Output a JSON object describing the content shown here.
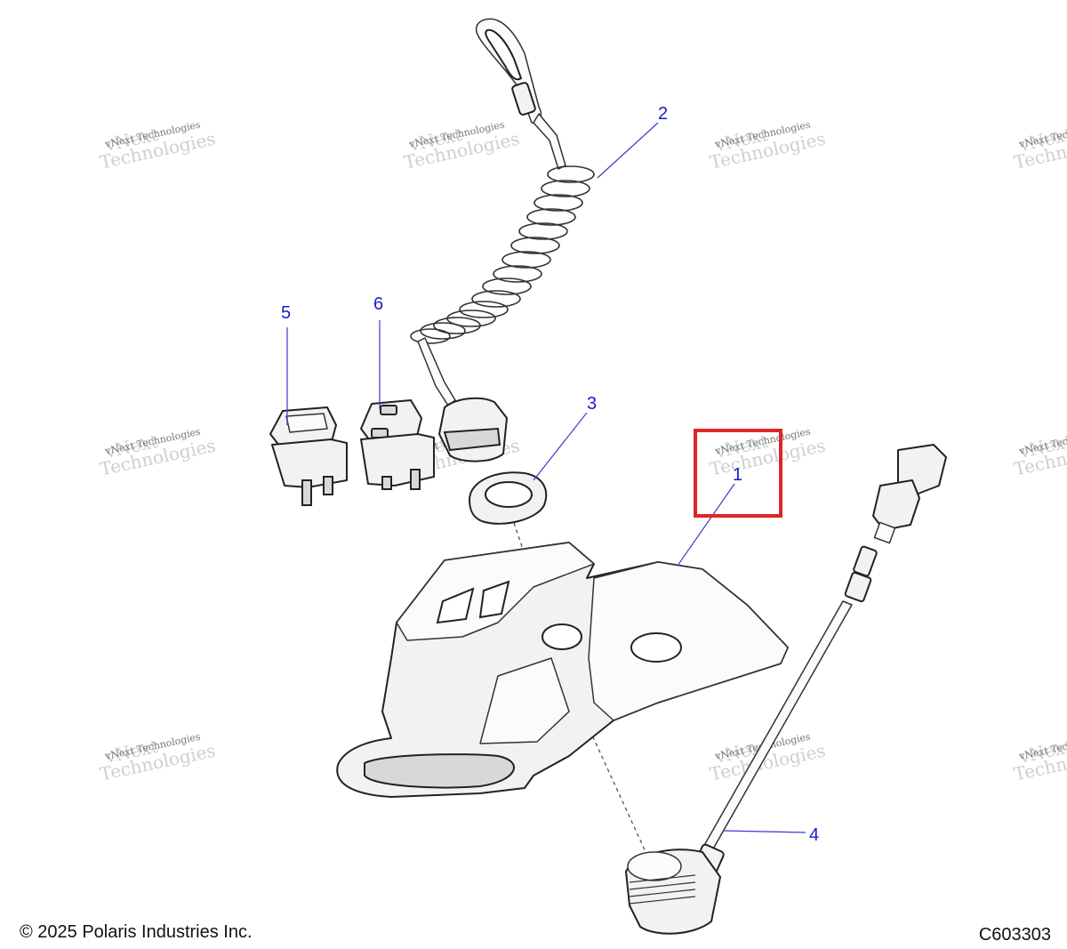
{
  "watermark": {
    "line1": "vNext",
    "line2": "vNext Technologies",
    "line3": "Technologies"
  },
  "callouts": [
    {
      "id": "1",
      "label": "1"
    },
    {
      "id": "2",
      "label": "2"
    },
    {
      "id": "3",
      "label": "3"
    },
    {
      "id": "4",
      "label": "4"
    },
    {
      "id": "5",
      "label": "5"
    },
    {
      "id": "6",
      "label": "6"
    }
  ],
  "highlight": {
    "callout": "1",
    "color": "#e0242a"
  },
  "footer": {
    "copyright": "© 2025 Polaris Industries Inc.",
    "drawing_number": "C603303"
  }
}
